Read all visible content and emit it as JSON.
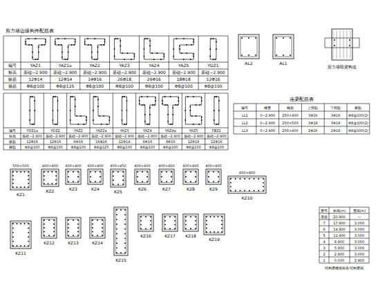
{
  "diagram": {
    "title": "剪力墙边缘构件配筋表",
    "labels": [
      "编号",
      "标高",
      "纵筋",
      "箍筋",
      "YAZ1",
      "YAZ1a",
      "YAZ2",
      "YAZ3",
      "YAZ4",
      "YAZ5",
      "YDZ1",
      "基础~2.900",
      "基础~2.900",
      "基础~2.900",
      "基础~2.900",
      "基础~2.900",
      "基础~2.900",
      "基础~2.900",
      "12Φ14",
      "12Φ14",
      "14Φ16",
      "26Φ18",
      "26Φ16",
      "18Φ18",
      "12Φ16",
      "Φ8@100",
      "Φ8@125",
      "Φ8@100",
      "Φ8@100",
      "Φ8@100",
      "Φ8@100",
      "Φ8@100",
      "编号",
      "标高",
      "纵筋",
      "箍筋",
      "YDZ1a",
      "YDZ2",
      "YAZ2",
      "YAZ2a",
      "YAZ3",
      "YAZ4",
      "YAZ4a",
      "YAZ5",
      "FBZ1",
      "基础~2.900",
      "基础~2.900",
      "基础~2.900",
      "基础~2.900",
      "基础~2.900",
      "基础~2.900",
      "基础~2.900",
      "基础~2.900",
      "基础~2.900",
      "12Φ16",
      "12Φ16",
      "6Φ16",
      "16Φ16",
      "12Φ14",
      "8Φ16",
      "8Φ16",
      "12Φ18",
      "12Φ16",
      "Φ8@100",
      "Φ8@100",
      "Φ8@100",
      "Φ8@125",
      "Φ8@100",
      "Φ8@100",
      "Φ8@100",
      "Φ8@100",
      "Φ8@100",
      "AL2",
      "AL1",
      "剪力墙暗梁构造",
      "连梁配筋表",
      "编号",
      "楼层",
      "截面",
      "上部筋",
      "下部筋",
      "箍筋",
      "LL1",
      "0~2.900",
      "250×400",
      "3Φ16",
      "3Φ16",
      "Φ8@100(2)",
      "LL2",
      "0~2.900",
      "250×500",
      "3Φ18",
      "3Φ18",
      "Φ8@100(2)",
      "LL3",
      "0~2.900",
      "200×400",
      "2Φ16",
      "2Φ16",
      "Φ8@100(2)",
      "500×500",
      "400×400",
      "400×400",
      "400×400",
      "400×450",
      "400×400",
      "400×400",
      "400×400",
      "400×400",
      "400×900",
      "KZ1",
      "KZ2",
      "KZ3",
      "KZ4",
      "KZ5",
      "KZ6",
      "KZ7",
      "KZ8",
      "KZ9",
      "KZ10",
      "KZ11",
      "KZ12",
      "KZ13",
      "KZ14",
      "KZ15",
      "KZ16",
      "KZ17",
      "KZ18",
      "KZ19",
      "层号",
      "标高(m)",
      "层高(m)",
      "屋面",
      "20.900",
      "—",
      "7",
      "17.900",
      "3.000",
      "6",
      "14.900",
      "3.000",
      "5",
      "11.900",
      "3.000",
      "4",
      "8.900",
      "3.000",
      "3",
      "5.900",
      "3.000",
      "2",
      "2.900",
      "3.000",
      "1",
      "0.000",
      "2.900",
      "结构层楼面标高 结构层高"
    ]
  }
}
